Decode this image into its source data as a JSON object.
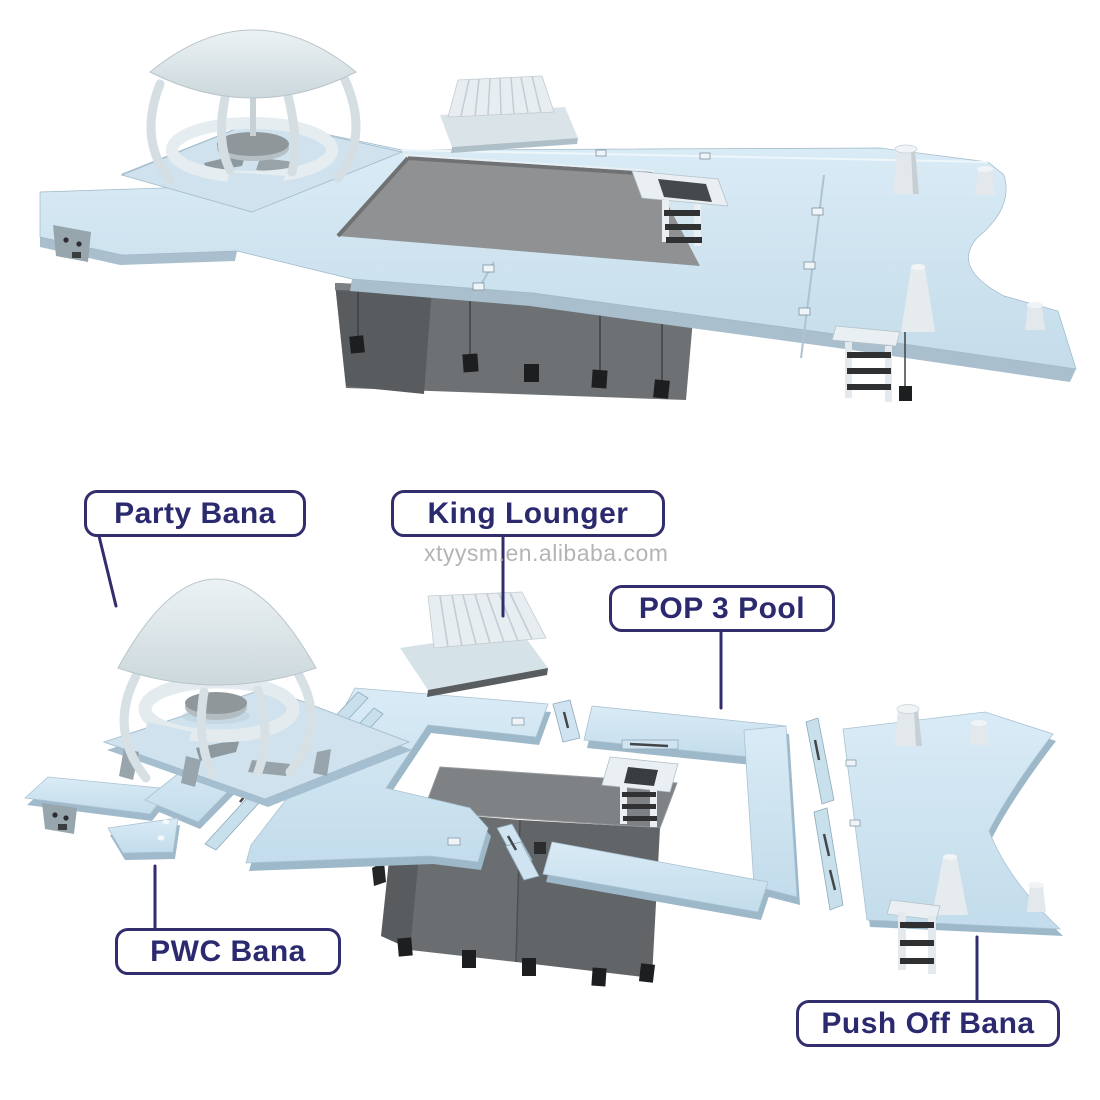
{
  "diagram": {
    "watermark": "xtyysm.en.alibaba.com",
    "callouts": {
      "party_bana": "Party Bana",
      "king_lounger": "King Lounger",
      "pop_3_pool": "POP 3 Pool",
      "pwc_bana": "PWC Bana",
      "push_off_bana": "Push Off Bana"
    },
    "colors": {
      "background": "#ffffff",
      "deck_top": "#cfe4f0",
      "deck_highlight": "#dcedf7",
      "deck_shadow_edge": "#a9bfce",
      "canopy": "#dde6ea",
      "pool_interior": "#8f9193",
      "basin_front": "#6b6e70",
      "basin_dark": "#595c5e",
      "anchor_tab": "#1c1e20",
      "callout_outline": "#322e6d",
      "callout_text": "#2b2a6e",
      "watermark_gray": "#b0b0b0"
    }
  }
}
